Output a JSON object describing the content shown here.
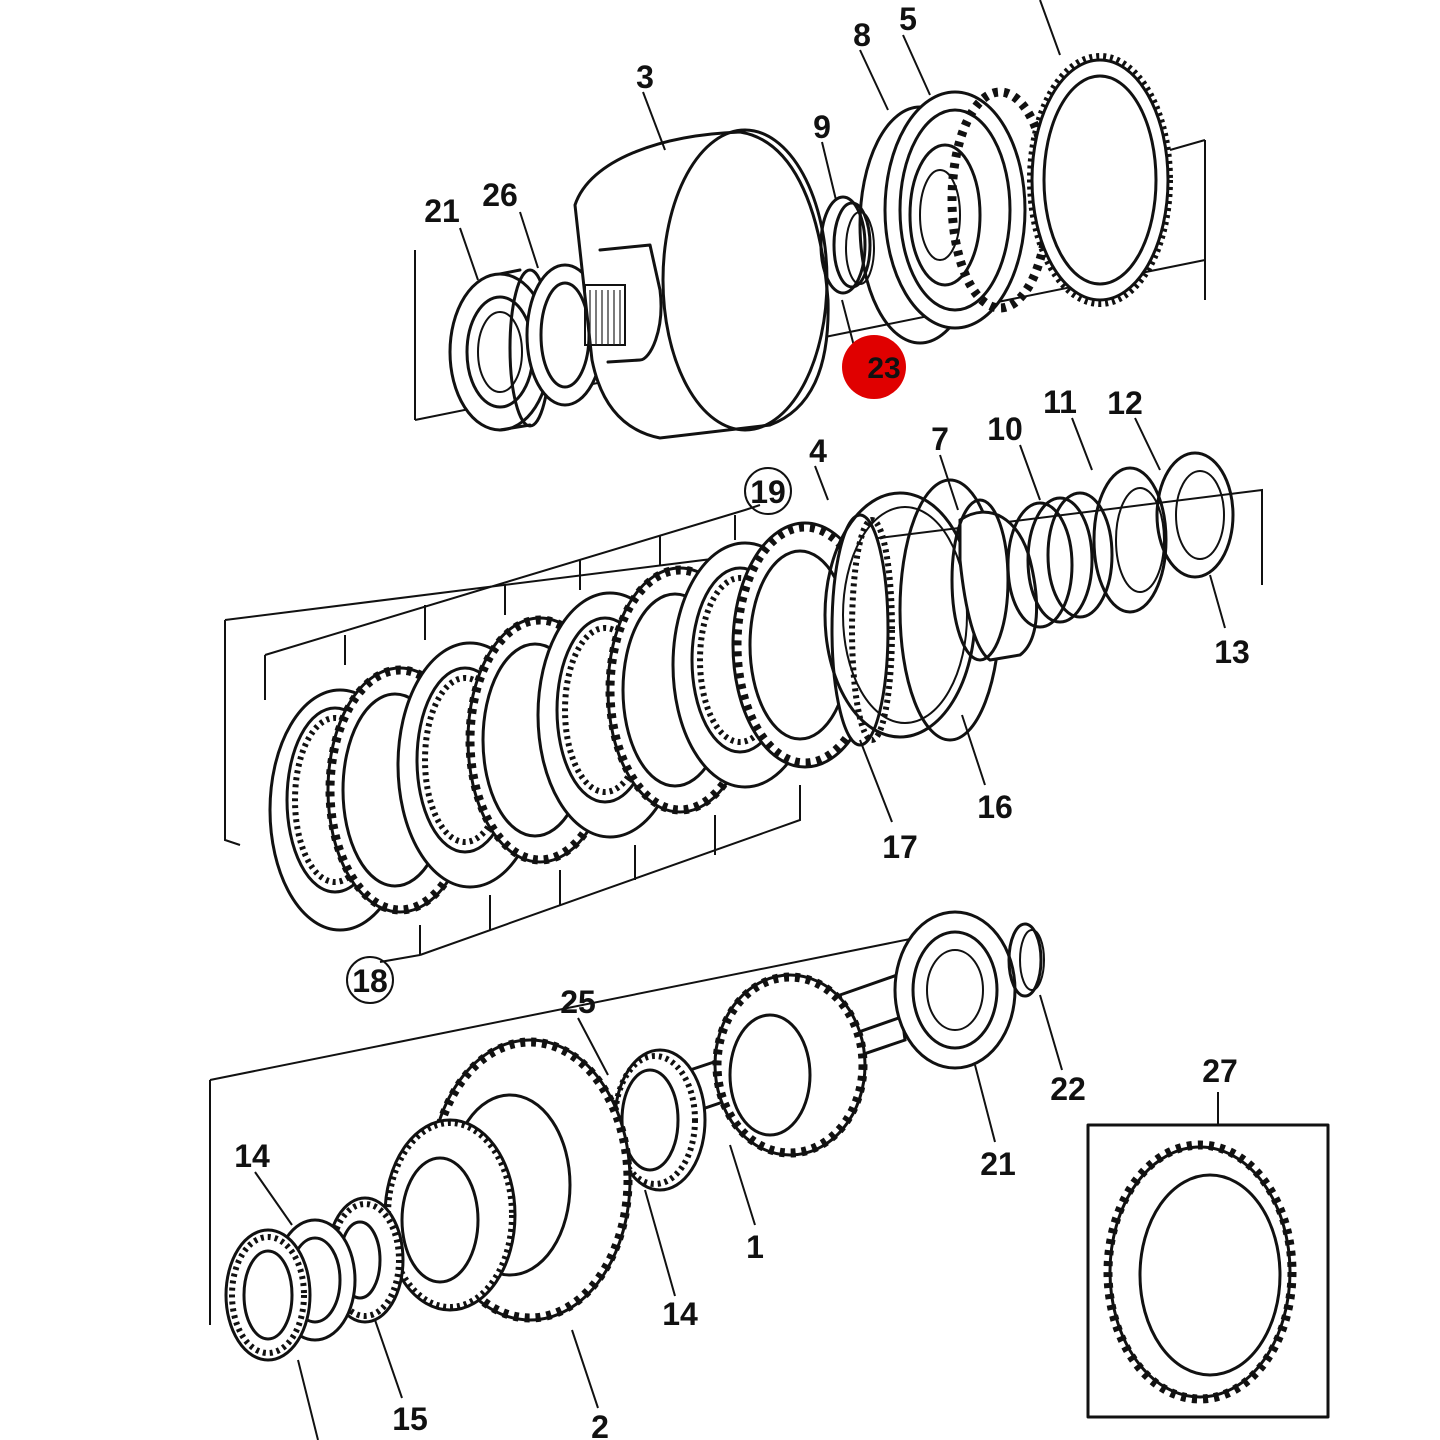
{
  "callouts": {
    "c1": "1",
    "c2": "2",
    "c3": "3",
    "c4": "4",
    "c5": "5",
    "c7": "7",
    "c8": "8",
    "c9": "9",
    "c10": "10",
    "c11": "11",
    "c12": "12",
    "c13": "13",
    "c14a": "14",
    "c14b": "14",
    "c15": "15",
    "c16": "16",
    "c17": "17",
    "c18": "18",
    "c19": "19",
    "c21a": "21",
    "c21b": "21",
    "c22": "22",
    "c23": "23",
    "c25": "25",
    "c26": "26",
    "c27": "27"
  },
  "colors": {
    "highlight": "#e00000",
    "ink": "#111111",
    "paper": "#ffffff"
  }
}
